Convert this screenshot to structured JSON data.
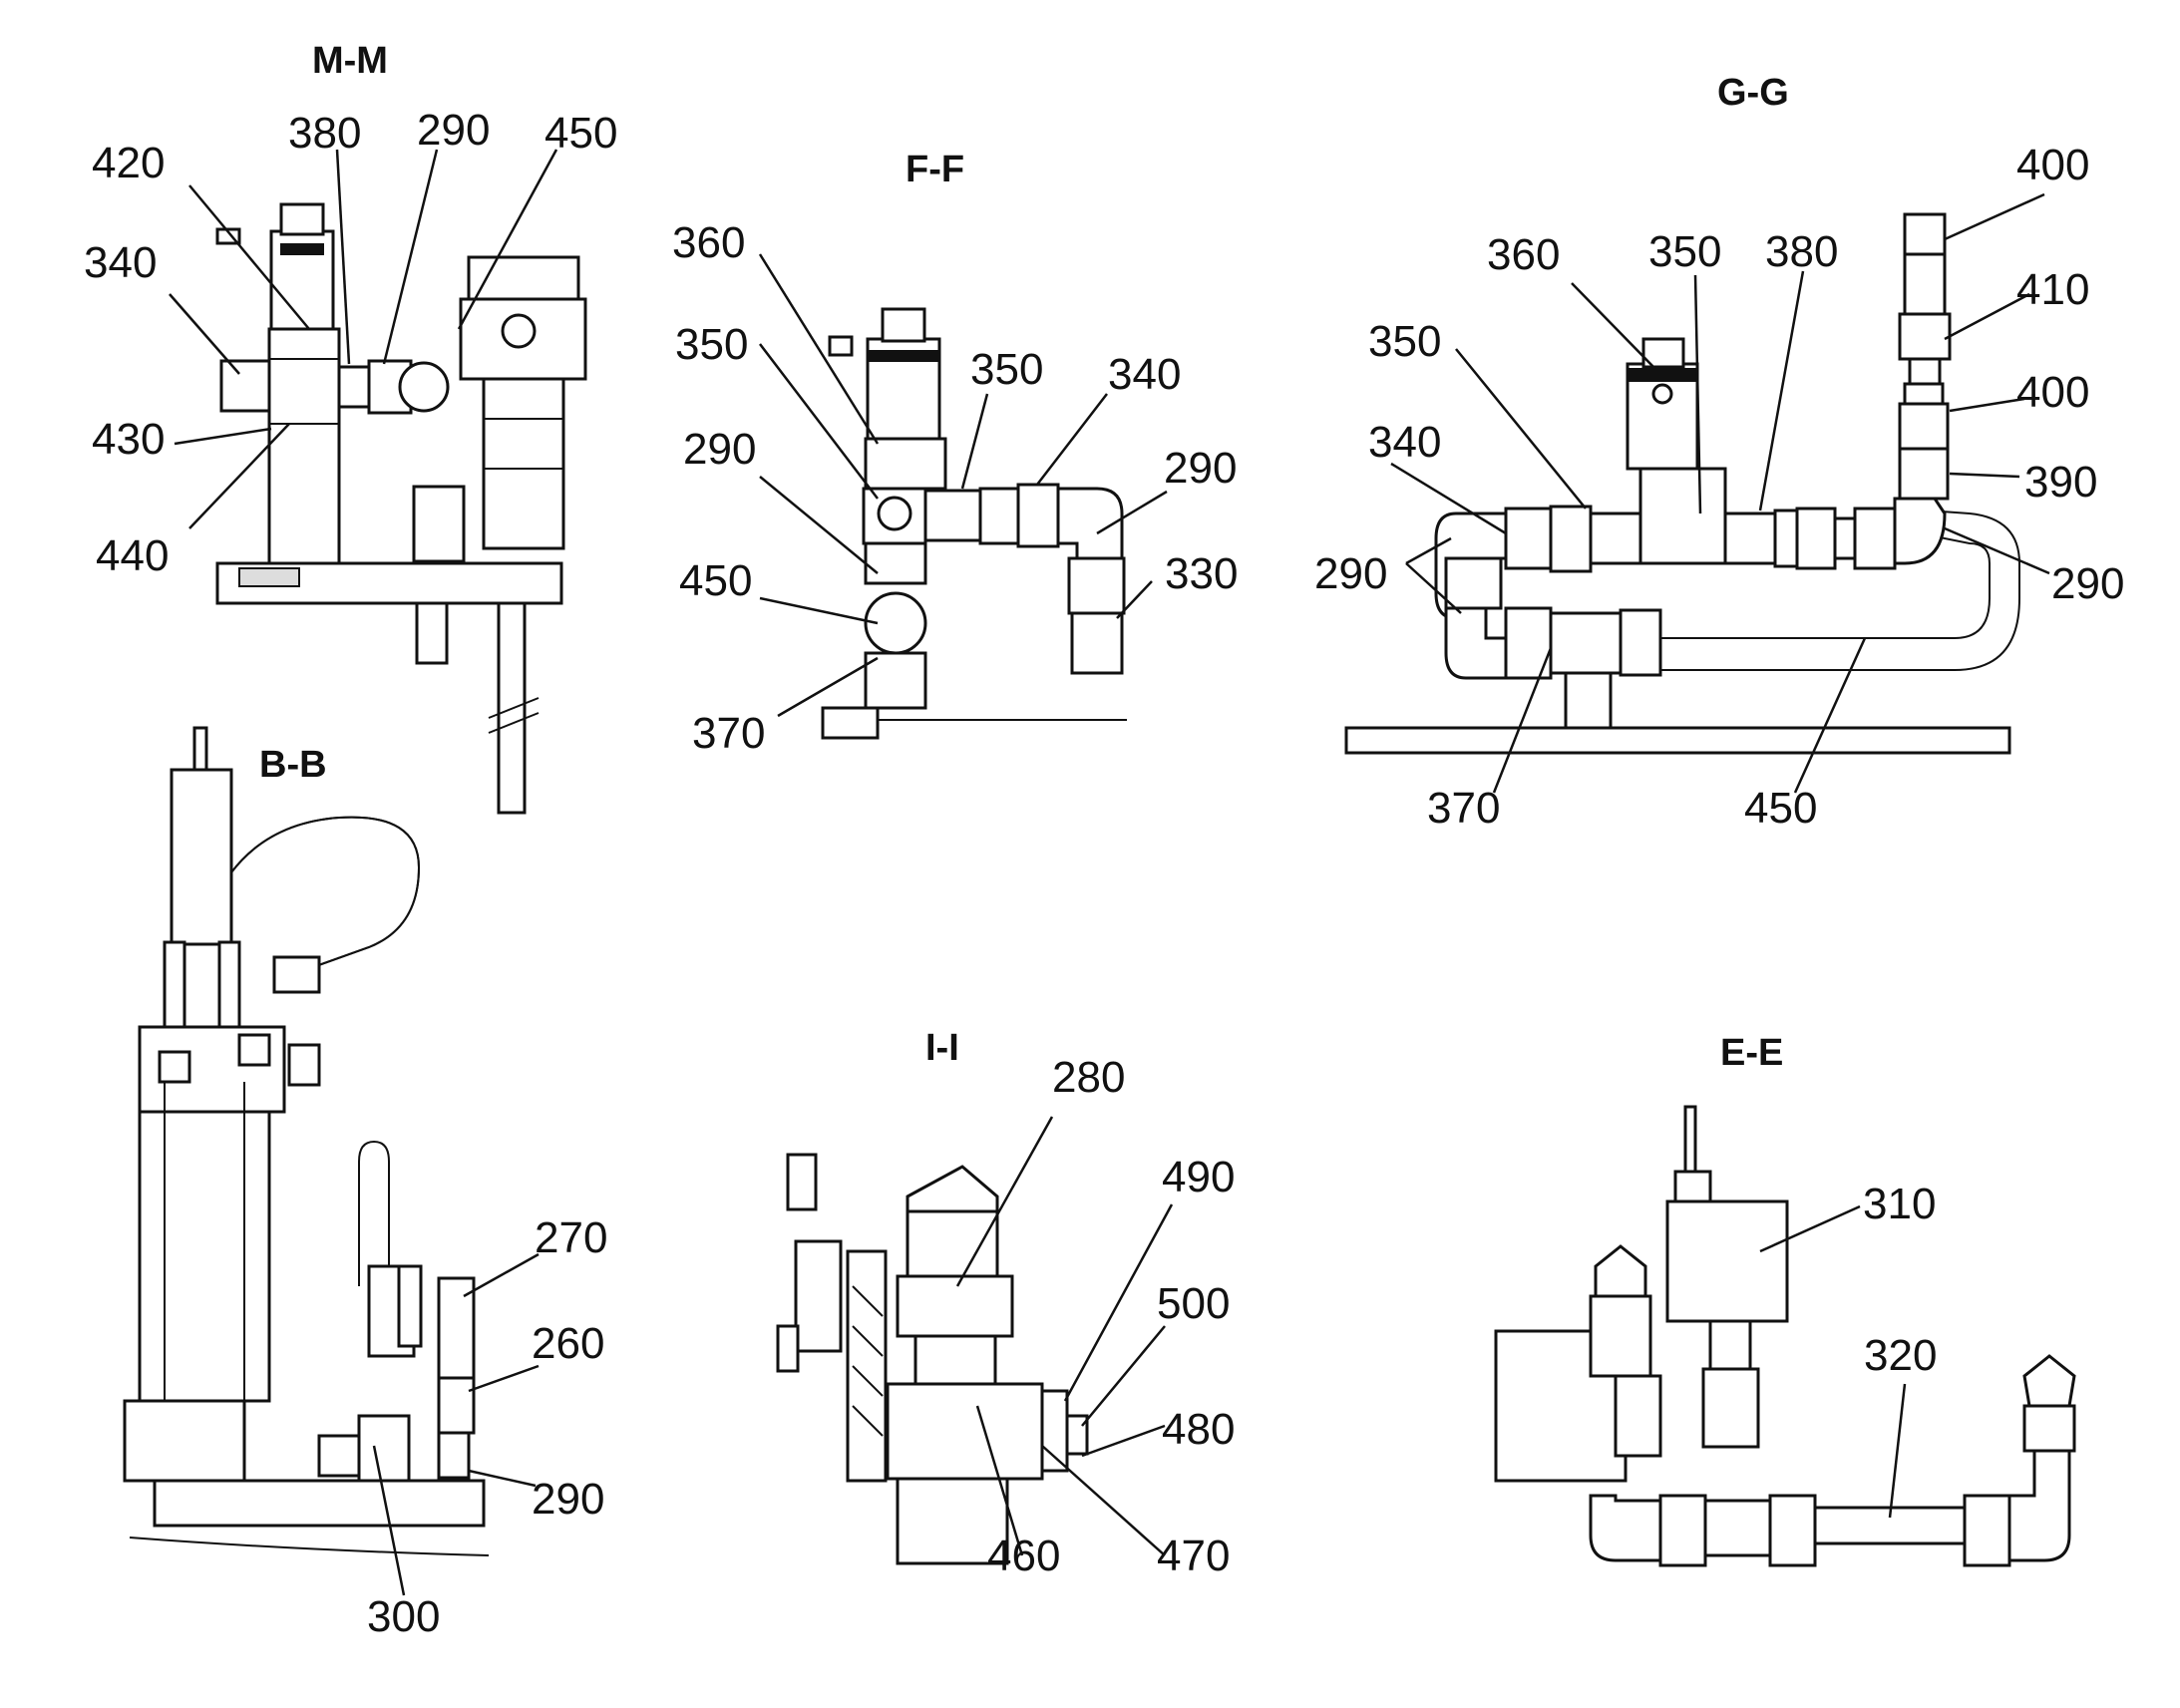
{
  "sections": {
    "mm": "M-M",
    "ff": "F-F",
    "gg": "G-G",
    "bb": "B-B",
    "ii": "I-I",
    "ee": "E-E"
  },
  "labels": {
    "mm_420": "420",
    "mm_380": "380",
    "mm_290": "290",
    "mm_450": "450",
    "mm_340": "340",
    "mm_430": "430",
    "mm_440": "440",
    "ff_360": "360",
    "ff_350a": "350",
    "ff_350b": "350",
    "ff_340": "340",
    "ff_290a": "290",
    "ff_290b": "290",
    "ff_450": "450",
    "ff_330": "330",
    "ff_370": "370",
    "gg_400a": "400",
    "gg_360": "360",
    "gg_350a": "350",
    "gg_380": "380",
    "gg_410": "410",
    "gg_350b": "350",
    "gg_400b": "400",
    "gg_340": "340",
    "gg_390": "390",
    "gg_290a": "290",
    "gg_290b": "290",
    "gg_370": "370",
    "gg_450": "450",
    "bb_270": "270",
    "bb_260": "260",
    "bb_290": "290",
    "bb_300": "300",
    "ii_280": "280",
    "ii_490": "490",
    "ii_500": "500",
    "ii_480": "480",
    "ii_460": "460",
    "ii_470": "470",
    "ee_310": "310",
    "ee_320": "320"
  },
  "icons": [
    "solenoid-valve-icon",
    "pipe-fitting-icon",
    "tee-fitting-icon",
    "elbow-fitting-icon",
    "pressure-gauge-icon"
  ]
}
